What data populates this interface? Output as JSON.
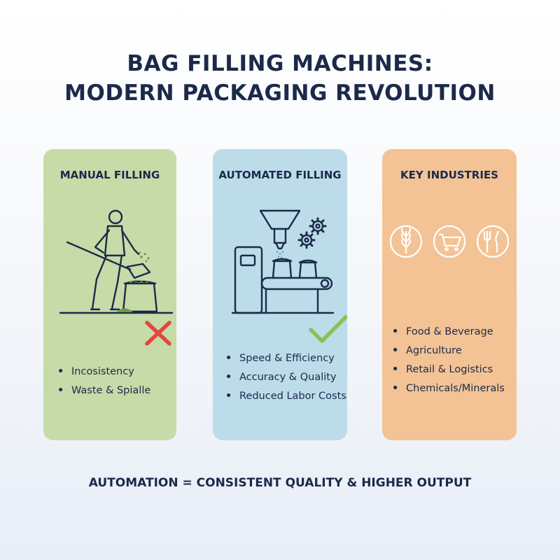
{
  "title": {
    "line1": "BAG FILLING MACHINES:",
    "line2": "MODERN PACKAGING REVOLUTION"
  },
  "cards": {
    "manual": {
      "title": "MANUAL FILLING",
      "bullets": [
        "Incosistency",
        "Waste & Spialle"
      ],
      "color": "#c6dba7",
      "mark": "red-x-icon"
    },
    "automated": {
      "title": "AUTOMATED FILLING",
      "bullets": [
        "Speed & Efficiency",
        "Accuracy & Quality",
        "Reduced Labor Costs"
      ],
      "color": "#bcdcea",
      "mark": "green-check-icon"
    },
    "industries": {
      "title": "KEY INDUSTRIES",
      "bullets": [
        "Food & Beverage",
        "Agriculture",
        "Retail & Logistics",
        "Chemicals/Minerals"
      ],
      "color": "#f3c395",
      "icons": [
        "wheat-icon",
        "shopping-cart-icon",
        "fork-knife-icon"
      ]
    }
  },
  "bullet_symbol": "•",
  "footer": "AUTOMATION = CONSISTENT QUALITY & HIGHER OUTPUT",
  "colors": {
    "text": "#1b2a4a",
    "cross": "#e2463d",
    "check": "#8cc152"
  }
}
